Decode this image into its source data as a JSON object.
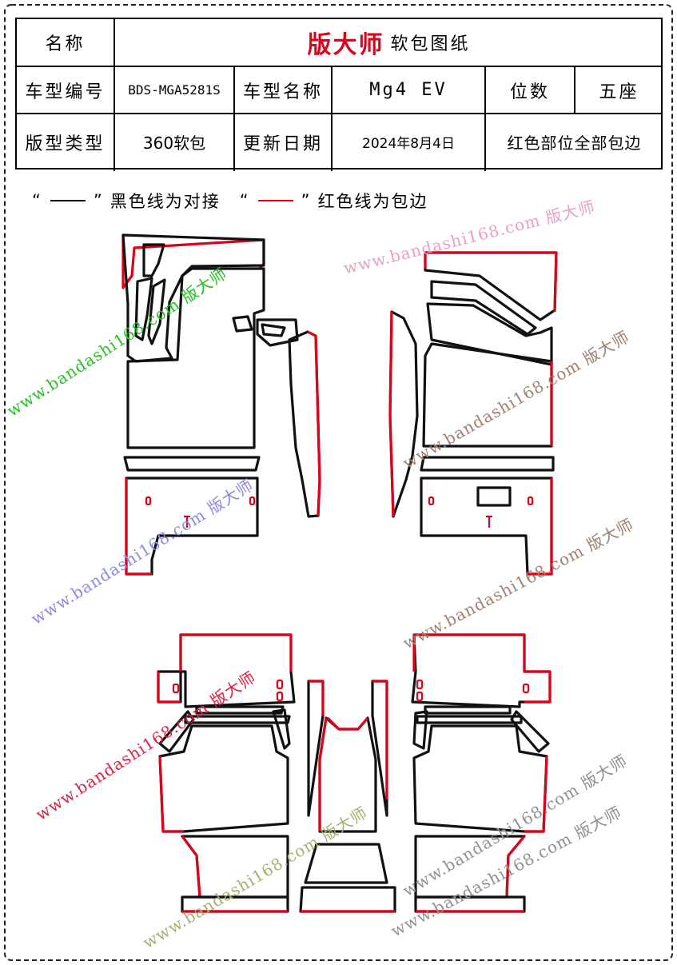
{
  "header": {
    "name_label": "名称",
    "brand": "版大师",
    "brand_sub": "软包图纸",
    "model_no_label": "车型编号",
    "model_no": "BDS-MGA5281S",
    "model_name_label": "车型名称",
    "model_name": "Mg4 EV",
    "seats_label": "位数",
    "seats": "五座",
    "pattern_type_label": "版型类型",
    "pattern_type": "360软包",
    "update_date_label": "更新日期",
    "update_date": "2024年8月4日",
    "note": "红色部位全部包边"
  },
  "legend": {
    "open_quote": "“",
    "close_quote": "”",
    "black_text": "黑色线为对接",
    "red_text": "红色线为包边",
    "colors": {
      "black": "#111111",
      "red": "#e0001a"
    }
  },
  "watermarks": [
    {
      "text": "www.bandashi168.com 版大师",
      "color": "#22c322"
    },
    {
      "text": "www.bandashi168.com 版大师",
      "color": "#e8a0c8"
    },
    {
      "text": "www.bandashi168.com 版大师",
      "color": "#a08070"
    },
    {
      "text": "www.bandashi168.com 版大师",
      "color": "#8a8ae8"
    },
    {
      "text": "www.bandashi168.com 版大师",
      "color": "#a08070"
    },
    {
      "text": "www.bandashi168.com 版大师",
      "color": "#e02040"
    },
    {
      "text": "www.bandashi168.com 版大师",
      "color": "#909090"
    },
    {
      "text": "www.bandashi168.com 版大师",
      "color": "#a8b070"
    },
    {
      "text": "www.bandashi168.com 版大师",
      "color": "#909090"
    }
  ]
}
